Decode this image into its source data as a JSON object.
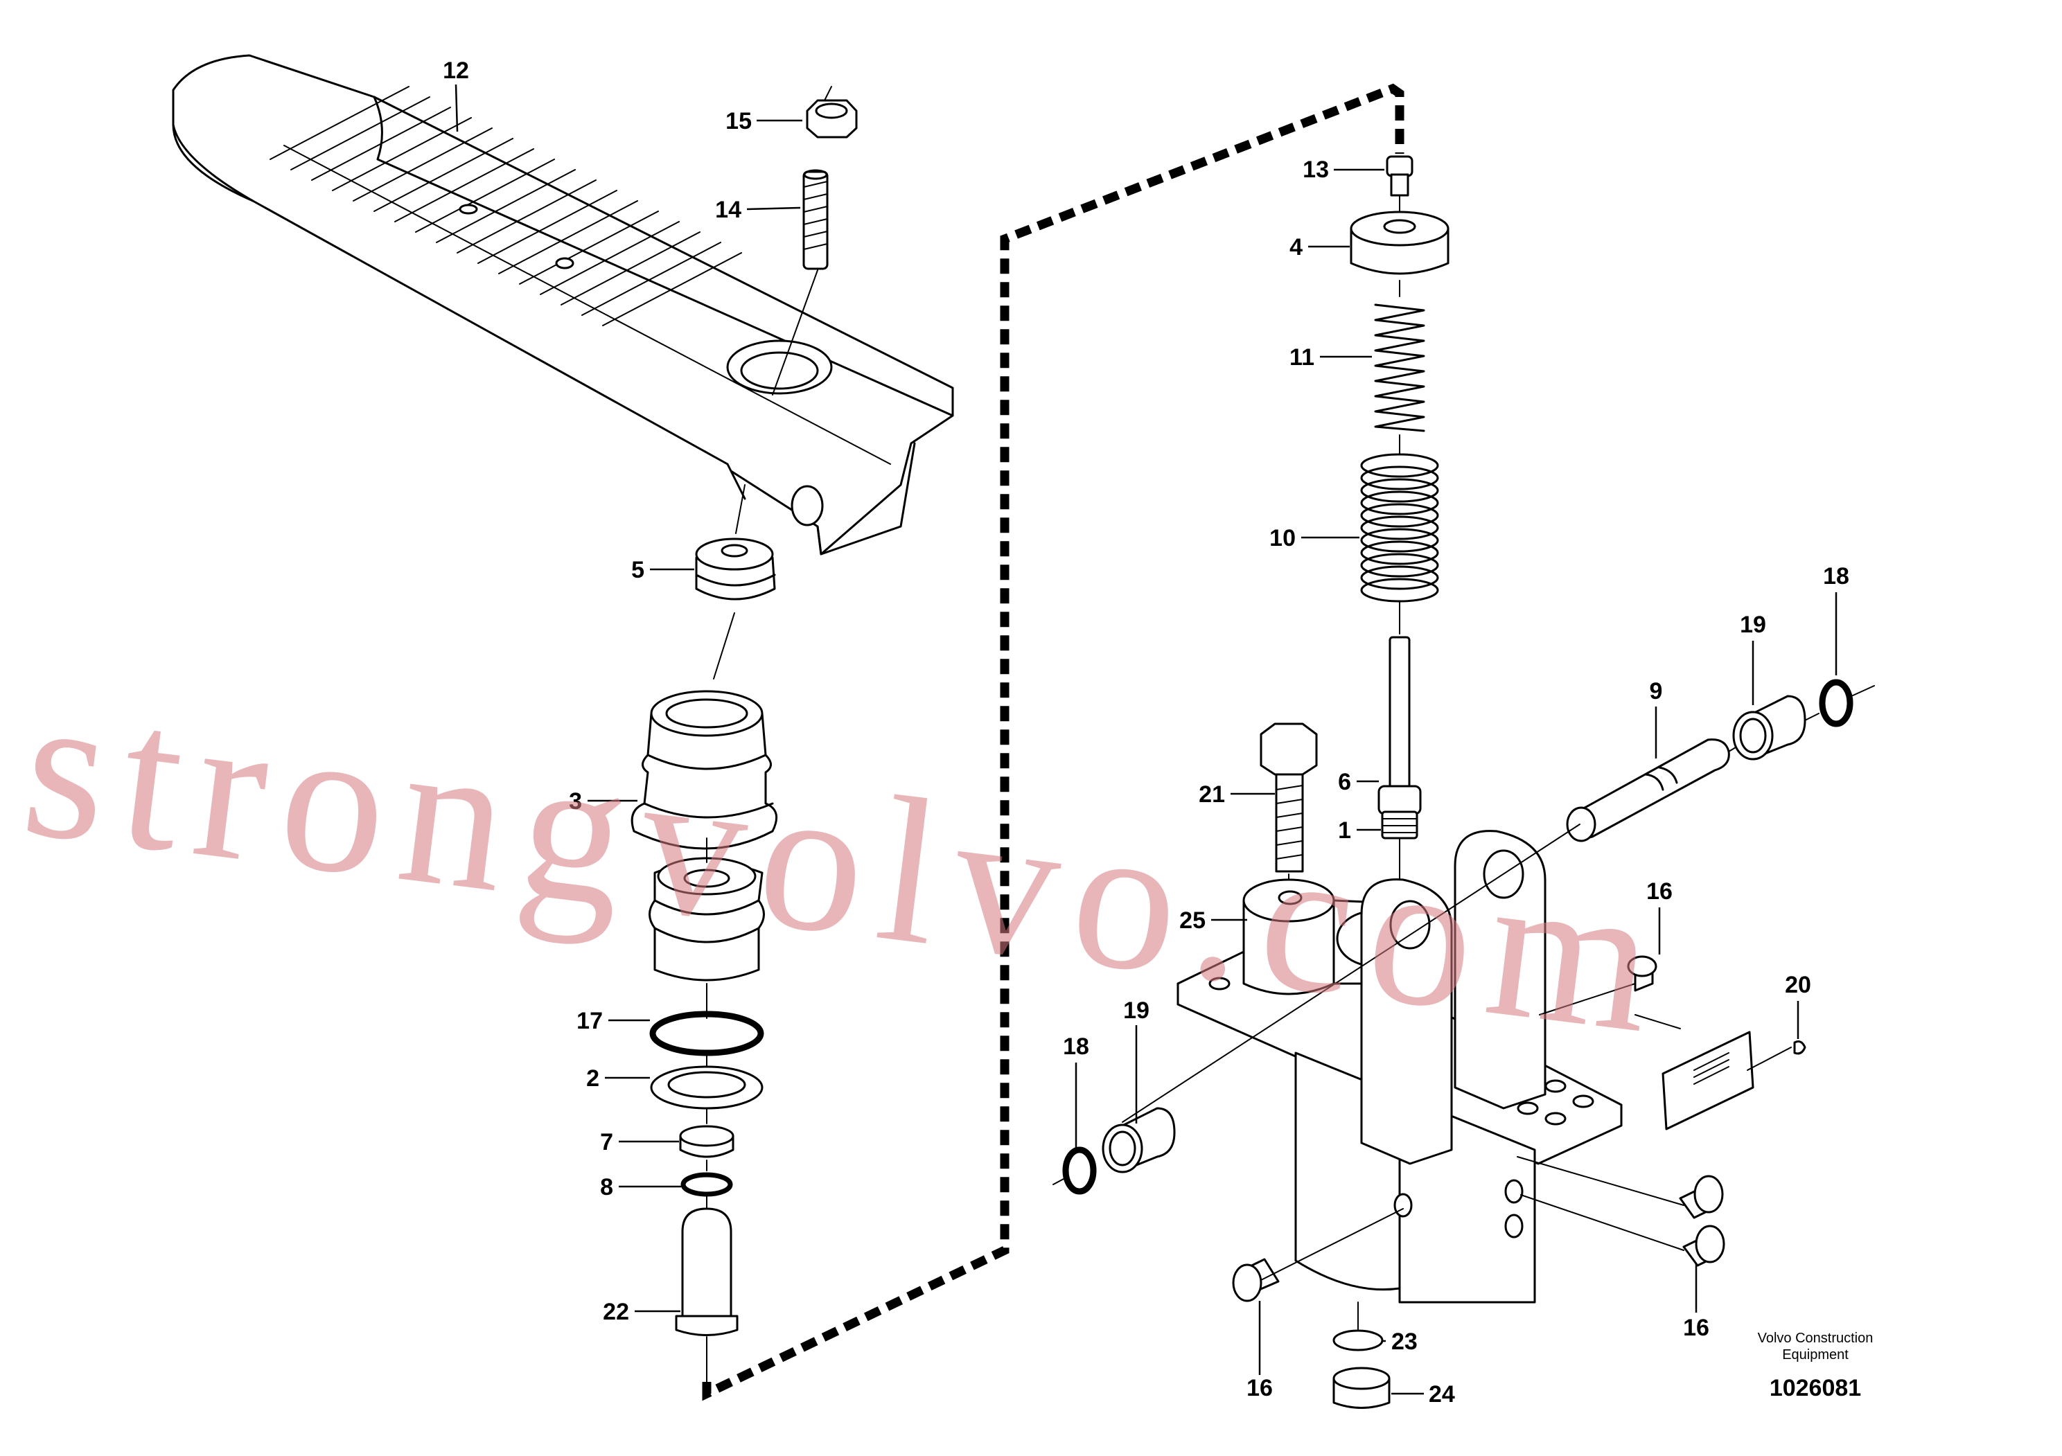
{
  "diagram": {
    "callouts": [
      {
        "id": "12",
        "label": "12"
      },
      {
        "id": "15",
        "label": "15"
      },
      {
        "id": "14",
        "label": "14"
      },
      {
        "id": "13",
        "label": "13"
      },
      {
        "id": "4",
        "label": "4"
      },
      {
        "id": "11",
        "label": "11"
      },
      {
        "id": "10",
        "label": "10"
      },
      {
        "id": "5",
        "label": "5"
      },
      {
        "id": "18a",
        "label": "18"
      },
      {
        "id": "19a",
        "label": "19"
      },
      {
        "id": "9",
        "label": "9"
      },
      {
        "id": "3",
        "label": "3"
      },
      {
        "id": "21",
        "label": "21"
      },
      {
        "id": "6",
        "label": "6"
      },
      {
        "id": "1",
        "label": "1"
      },
      {
        "id": "25",
        "label": "25"
      },
      {
        "id": "16a",
        "label": "16"
      },
      {
        "id": "20",
        "label": "20"
      },
      {
        "id": "19b",
        "label": "19"
      },
      {
        "id": "17",
        "label": "17"
      },
      {
        "id": "18b",
        "label": "18"
      },
      {
        "id": "2",
        "label": "2"
      },
      {
        "id": "7",
        "label": "7"
      },
      {
        "id": "8",
        "label": "8"
      },
      {
        "id": "22",
        "label": "22"
      },
      {
        "id": "23",
        "label": "23"
      },
      {
        "id": "16b",
        "label": "16"
      },
      {
        "id": "16c",
        "label": "16"
      },
      {
        "id": "24",
        "label": "24"
      }
    ]
  },
  "watermark": {
    "text": "strongvolvo.com",
    "color": "#d67a80"
  },
  "credit": {
    "line1": "Volvo Construction",
    "line2": "Equipment"
  },
  "document_number": "1026081"
}
